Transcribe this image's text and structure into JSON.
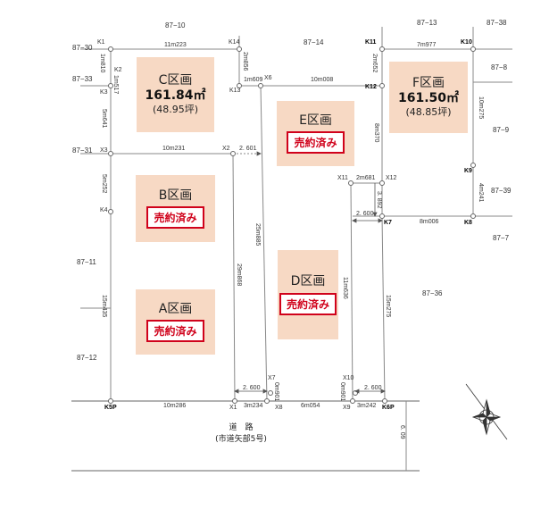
{
  "lots": {
    "C": {
      "name": "C区画",
      "area": "161.84㎡",
      "tsubo": "(48.95坪)"
    },
    "F": {
      "name": "F区画",
      "area": "161.50㎡",
      "tsubo": "(48.85坪)"
    },
    "E": {
      "name": "E区画",
      "sold": "売約済み"
    },
    "B": {
      "name": "B区画",
      "sold": "売約済み"
    },
    "D": {
      "name": "D区画",
      "sold": "売約済み"
    },
    "A": {
      "name": "A区画",
      "sold": "売約済み"
    }
  },
  "parcels": {
    "p87_10": "87−10",
    "p87_13": "87−13",
    "p87_38": "87−38",
    "p87_30": "87−30",
    "p87_14": "87−14",
    "p87_8": "87−8",
    "p87_33": "87−33",
    "p87_9": "87−9",
    "p87_31": "87−31",
    "p87_39": "87−39",
    "p87_7": "87−7",
    "p87_11": "87−11",
    "p87_36": "87−36",
    "p87_12": "87−12"
  },
  "points": {
    "K1": "K1",
    "K2": "K2",
    "K3": "K3",
    "K4": "K4",
    "K5P_left": "K5P",
    "K5P_right": "K6P",
    "K14": "K14",
    "K13": "K13",
    "K11": "K11",
    "K12": "K12",
    "K10": "K10",
    "K9": "K9",
    "K8": "K8",
    "K7": "K7",
    "X1": "X1",
    "X2": "X2",
    "X3": "X3",
    "X6": "X6",
    "X7": "X7",
    "X8": "X8",
    "X9": "X9",
    "X10": "X10",
    "X11": "X11",
    "X12": "X12"
  },
  "dims": {
    "d11m223": "11m223",
    "d7m977": "7m977",
    "d1m810": "1m810",
    "d1m517": "1m517",
    "d2m856": "2m856",
    "d2m652": "2m652",
    "d1m609": "1m609",
    "d10m008": "10m008",
    "d5m641": "5m641",
    "d10m275": "10m275",
    "d8m370": "8m370",
    "d10m231": "10m231",
    "d2_601": "2. 601",
    "d2m681": "2m681",
    "d5m252": "5m252",
    "d3_892": "3. 892",
    "d4m241": "4m241",
    "d2_600_mid": "2. 600",
    "d8m006": "8m006",
    "d25m885": "25m885",
    "d29m868": "29m868",
    "d11m636": "11m636",
    "d15m435": "15m435",
    "d15m275": "15m275",
    "d2_600_lb": "2. 600",
    "d2_600_rb": "2. 600",
    "d0m901_a": "0m901",
    "d0m901_b": "0m901",
    "d10m286": "10m286",
    "d3m234": "3m234",
    "d6m054": "6m054",
    "d3m242": "3m242",
    "d6_09": "6. 09"
  },
  "road": {
    "label": "道　路",
    "sub": "(市道矢部5号)"
  }
}
